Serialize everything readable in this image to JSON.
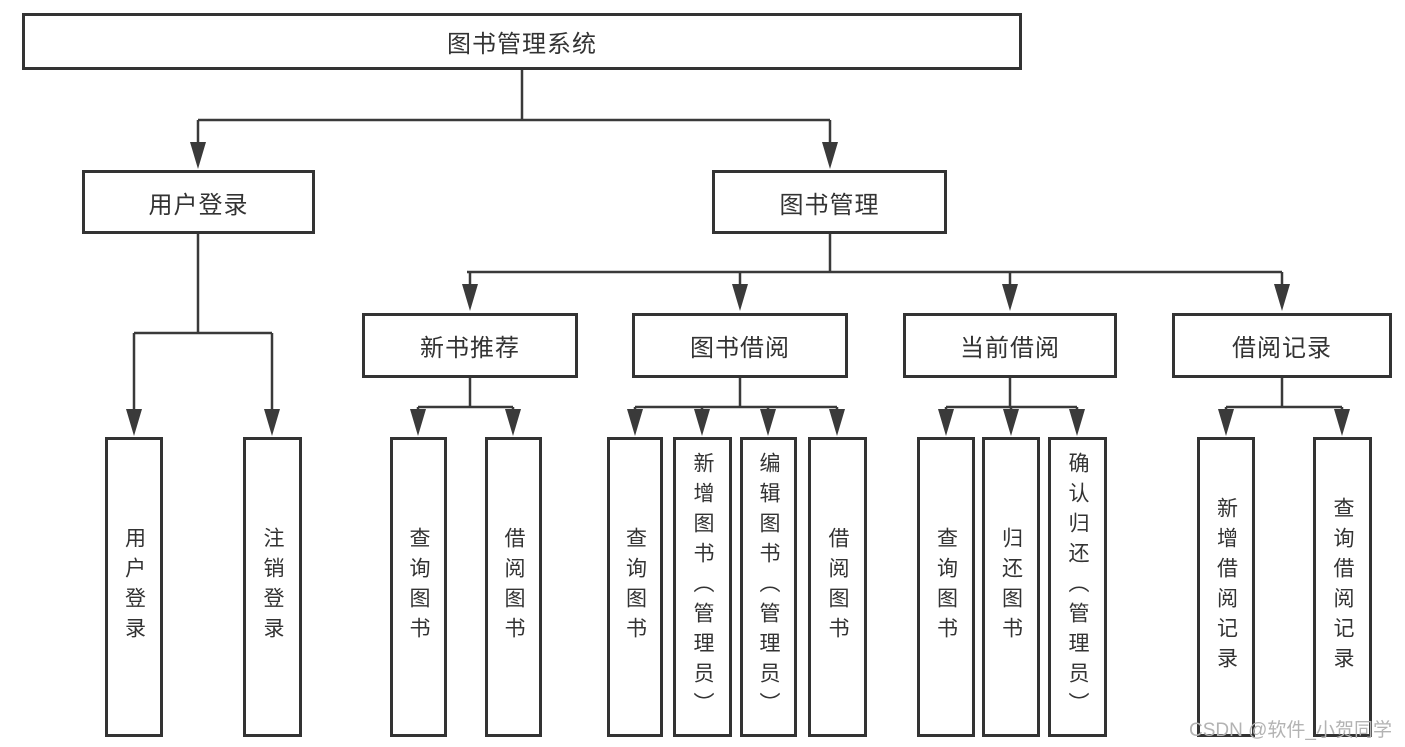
{
  "colors": {
    "line": "#3a3a3a",
    "box-border": "#333333",
    "text": "#333333",
    "watermark": "#b3b3b3",
    "background": "#ffffff"
  },
  "watermark": {
    "text": "CSDN @软件_小贺同学"
  },
  "diagram": {
    "root": {
      "label": "图书管理系统"
    },
    "level2": [
      {
        "label": "用户登录",
        "children": [
          {
            "label": "用户登录"
          },
          {
            "label": "注销登录"
          }
        ]
      },
      {
        "label": "图书管理",
        "children": [
          {
            "label": "新书推荐",
            "children": [
              {
                "label": "查询图书"
              },
              {
                "label": "借阅图书"
              }
            ]
          },
          {
            "label": "图书借阅",
            "children": [
              {
                "label": "查询图书"
              },
              {
                "label": "新增图书（管理员）"
              },
              {
                "label": "编辑图书（管理员）"
              },
              {
                "label": "借阅图书"
              }
            ]
          },
          {
            "label": "当前借阅",
            "children": [
              {
                "label": "查询图书"
              },
              {
                "label": "归还图书"
              },
              {
                "label": "确认归还（管理员）"
              }
            ]
          },
          {
            "label": "借阅记录",
            "children": [
              {
                "label": "新增借阅记录"
              },
              {
                "label": "查询借阅记录"
              }
            ]
          }
        ]
      }
    ]
  }
}
